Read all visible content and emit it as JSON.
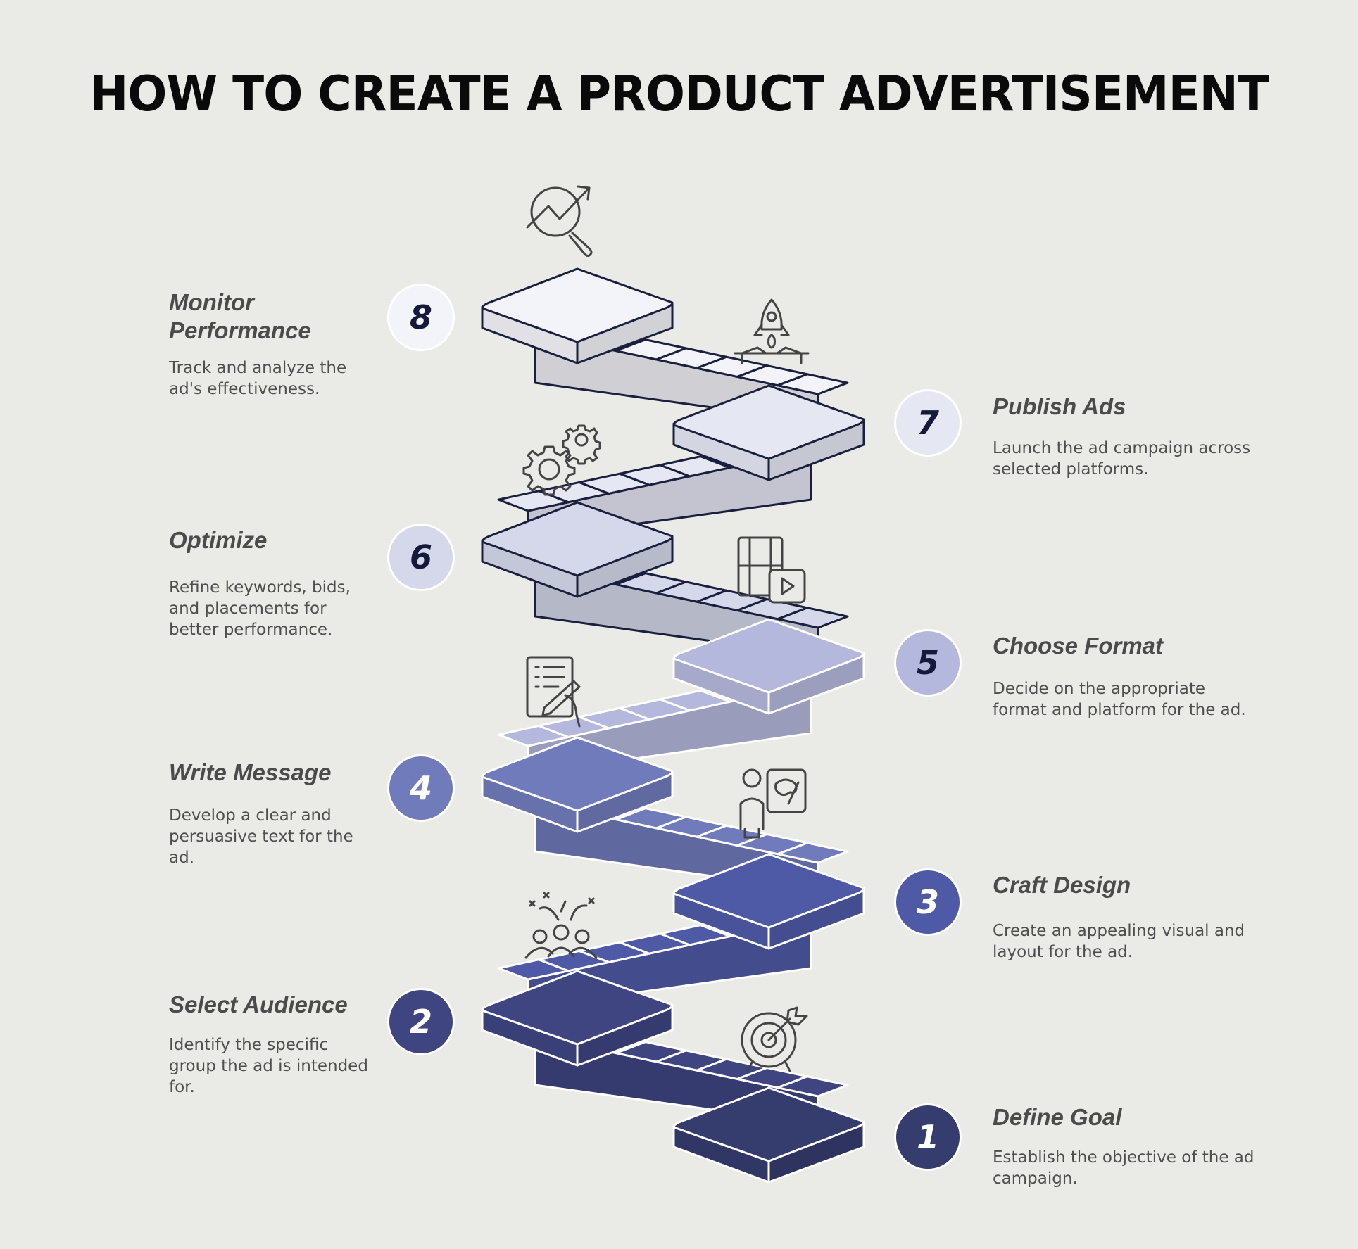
{
  "title": "HOW TO CREATE A PRODUCT ADVERTISEMENT",
  "steps": [
    {
      "number": "1",
      "title": "Define Goal",
      "description": "Establish the objective of the ad campaign.",
      "icon": "target-icon",
      "color": "#353c6e",
      "number_color": "#ffffff"
    },
    {
      "number": "2",
      "title": "Select Audience",
      "description": "Identify the specific group the ad is intended for.",
      "icon": "audience-icon",
      "color": "#3e4581",
      "number_color": "#ffffff"
    },
    {
      "number": "3",
      "title": "Craft Design",
      "description": "Create an appealing visual and layout for the ad.",
      "icon": "designer-icon",
      "color": "#4f5aa6",
      "number_color": "#ffffff"
    },
    {
      "number": "4",
      "title": "Write Message",
      "description": "Develop a clear and persuasive text for the ad.",
      "icon": "write-icon",
      "color": "#707bbb",
      "number_color": "#ffffff"
    },
    {
      "number": "5",
      "title": "Choose Format",
      "description": "Decide on the appropriate format and platform for the ad.",
      "icon": "video-format-icon",
      "color": "#b4b8dc",
      "number_color": "#131a3a"
    },
    {
      "number": "6",
      "title": "Optimize",
      "description": "Refine keywords, bids, and placements for better performance.",
      "icon": "gears-icon",
      "color": "#d5d8ea",
      "number_color": "#131a3a"
    },
    {
      "number": "7",
      "title": "Publish Ads",
      "description": "Launch the ad campaign across selected platforms.",
      "icon": "rocket-launch-icon",
      "color": "#e5e7f3",
      "number_color": "#131a3a"
    },
    {
      "number": "8",
      "title": "Monitor Performance",
      "description": "Track and analyze the ad's effectiveness.",
      "icon": "analytics-search-icon",
      "color": "#f3f4f9",
      "number_color": "#131a3a"
    }
  ]
}
